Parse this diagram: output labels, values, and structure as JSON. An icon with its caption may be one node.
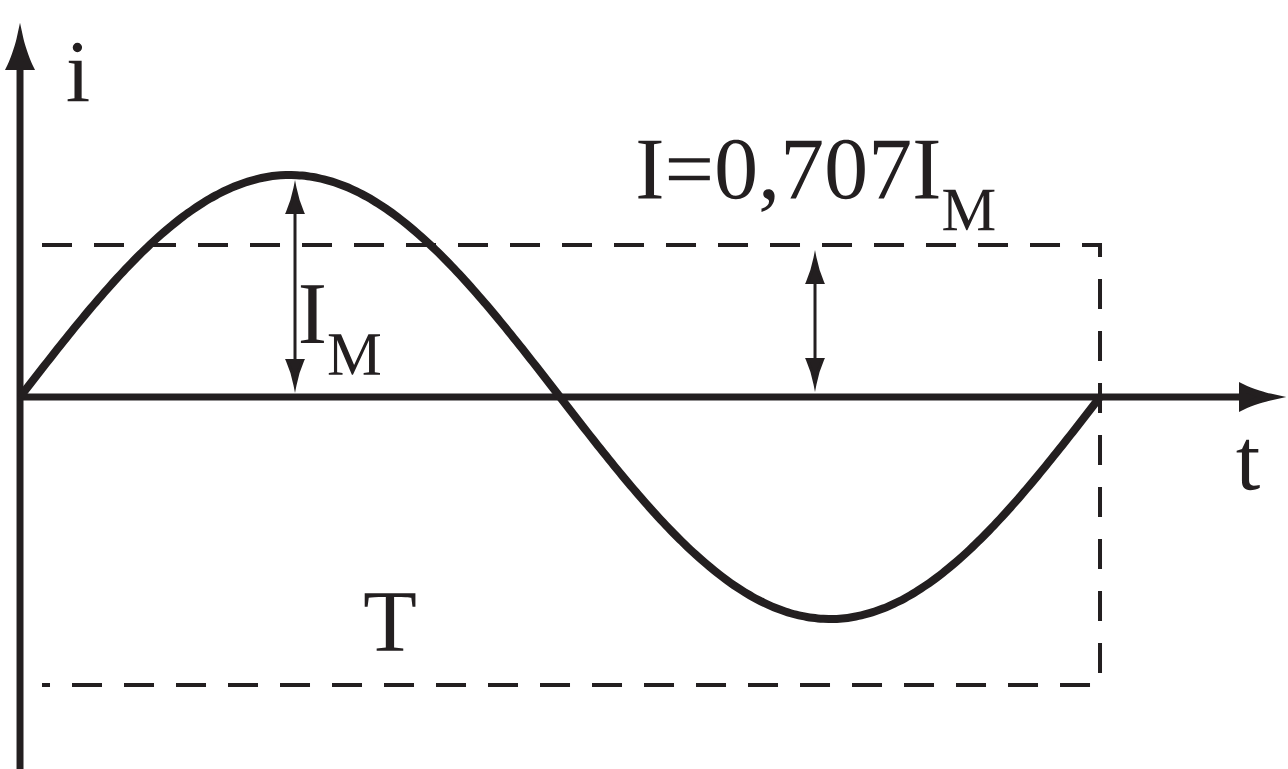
{
  "diagram": {
    "labels": [
      "i",
      "I$_{M}$",
      "I=0,707I$_{M}$",
      "t",
      "T"
    ]
  }
}
